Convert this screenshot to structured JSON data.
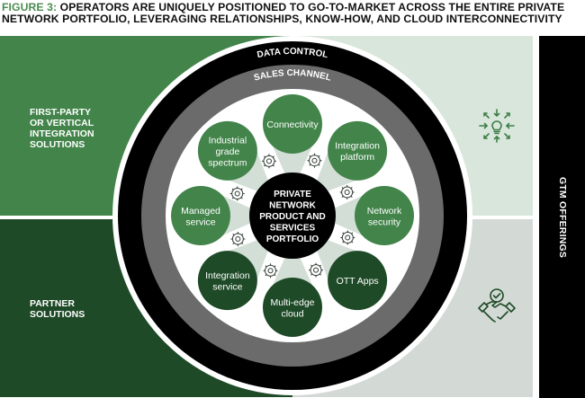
{
  "title": {
    "figure_label": "FIGURE 3:",
    "text": "OPERATORS ARE UNIQUELY POSITIONED TO GO-TO-MARKET ACROSS THE ENTIRE PRIVATE NETWORK PORTFOLIO, LEVERAGING RELATIONSHIPS, KNOW-HOW, AND CLOUD INTERCONNECTIVITY"
  },
  "panels": {
    "top_left": "FIRST-PARTY\nOR VERTICAL\nINTEGRATION\nSOLUTIONS",
    "bottom_left": "PARTNER\nSOLUTIONS",
    "top_right_icon": "lightbulb-ideas-icon",
    "bottom_right_icon": "handshake-check-icon"
  },
  "gtm_label": "GTM OFFERINGS",
  "rings": {
    "outer": "DATA CONTROL",
    "inner": "SALES CHANNEL"
  },
  "center": {
    "lines": [
      "PRIVATE",
      "NETWORK",
      "PRODUCT AND",
      "SERVICES",
      "PORTFOLIO"
    ]
  },
  "nodes": [
    {
      "label": [
        "Connectivity"
      ],
      "icon": "globe-network-icon",
      "tone": "first-party"
    },
    {
      "label": [
        "Integration",
        "platform"
      ],
      "icon": "hub-network-icon",
      "tone": "first-party"
    },
    {
      "label": [
        "Network",
        "security"
      ],
      "icon": "shield-gear-icon",
      "tone": "first-party"
    },
    {
      "label": [
        "OTT Apps"
      ],
      "icon": "hand-network-icon",
      "tone": "partner"
    },
    {
      "label": [
        "Multi-edge",
        "cloud"
      ],
      "icon": "cloud-gear-icon",
      "tone": "partner"
    },
    {
      "label": [
        "Integration",
        "service"
      ],
      "icon": "gears-cycle-icon",
      "tone": "partner"
    },
    {
      "label": [
        "Managed",
        "service"
      ],
      "icon": "team-gear-icon",
      "tone": "first-party"
    },
    {
      "label": [
        "Industrial",
        "grade",
        "spectrum"
      ],
      "icon": "factory-icon",
      "tone": "first-party"
    }
  ],
  "colors": {
    "first_party": "#42844a",
    "partner": "#1e4a27",
    "light_right_top": "#d8e6db",
    "light_right_bottom": "#d3dad5",
    "ring_outer": "#000000",
    "ring_inner": "#6b6b6b",
    "wedge": "#d3dfd6",
    "icon": "#2f3a33",
    "accent_green": "#4a8c4f"
  }
}
